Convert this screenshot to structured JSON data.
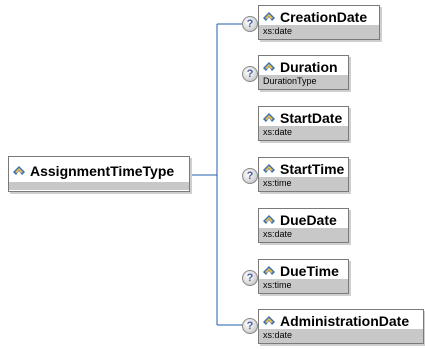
{
  "root": {
    "name": "AssignmentTimeType"
  },
  "children": [
    {
      "name": "CreationDate",
      "type": "xs:date",
      "optional": true
    },
    {
      "name": "Duration",
      "type": "DurationType",
      "optional": true
    },
    {
      "name": "StartDate",
      "type": "xs:date",
      "optional": false
    },
    {
      "name": "StartTime",
      "type": "xs:time",
      "optional": true
    },
    {
      "name": "DueDate",
      "type": "xs:date",
      "optional": false
    },
    {
      "name": "DueTime",
      "type": "xs:time",
      "optional": true
    },
    {
      "name": "AdministrationDate",
      "type": "xs:date",
      "optional": true
    }
  ],
  "optional_marker": "?",
  "colors": {
    "line": "#1f5fa8",
    "node_border": "#7a7a7a",
    "type_bar": "#c8c8c8",
    "icon": "#3b6fb6"
  }
}
